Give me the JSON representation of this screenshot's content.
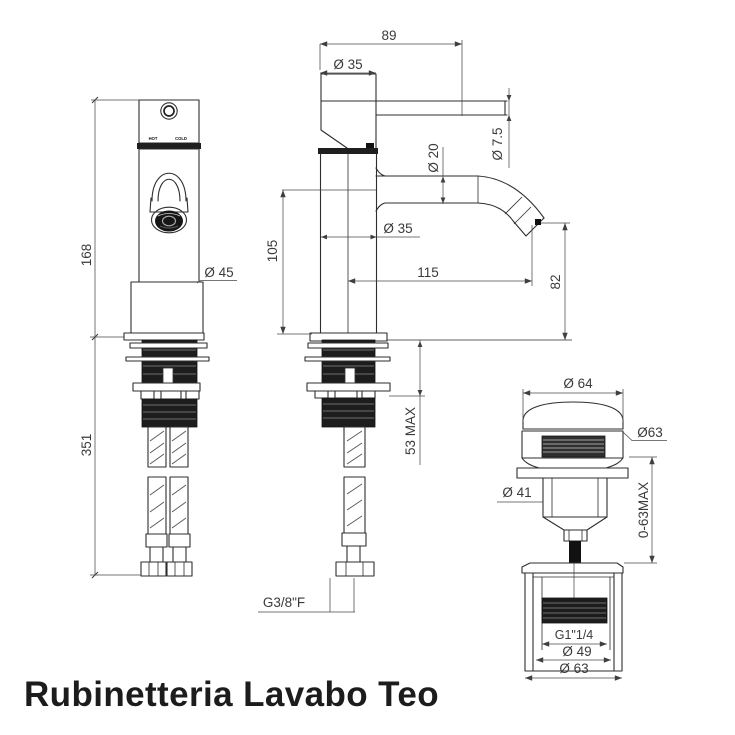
{
  "title": "Rubinetteria Lavabo Teo",
  "dims": {
    "front_height": "168",
    "front_under_counter": "351",
    "front_base_dia": "Ø 45",
    "handle_hot": "HOT",
    "handle_cold": "COLD",
    "side_lever_reach": "89",
    "side_handle_dia": "Ø 35",
    "side_lever_dia": "Ø 7.5",
    "side_spout_dia": "Ø 20",
    "side_body_dia": "Ø 35",
    "side_spout_center_height": "105",
    "side_spout_reach": "115",
    "side_tip_height": "82",
    "side_deck_max": "53 MAX",
    "side_supply_thread": "G3/8\"F",
    "drain_cap_dia": "Ø 64",
    "drain_top_dia": "Ø63",
    "drain_neck_dia": "Ø 41",
    "drain_mount_range": "0-63MAX",
    "drain_thread": "G1\"1/4",
    "drain_inner_dia": "Ø 49",
    "drain_body_dia": "Ø 63"
  }
}
